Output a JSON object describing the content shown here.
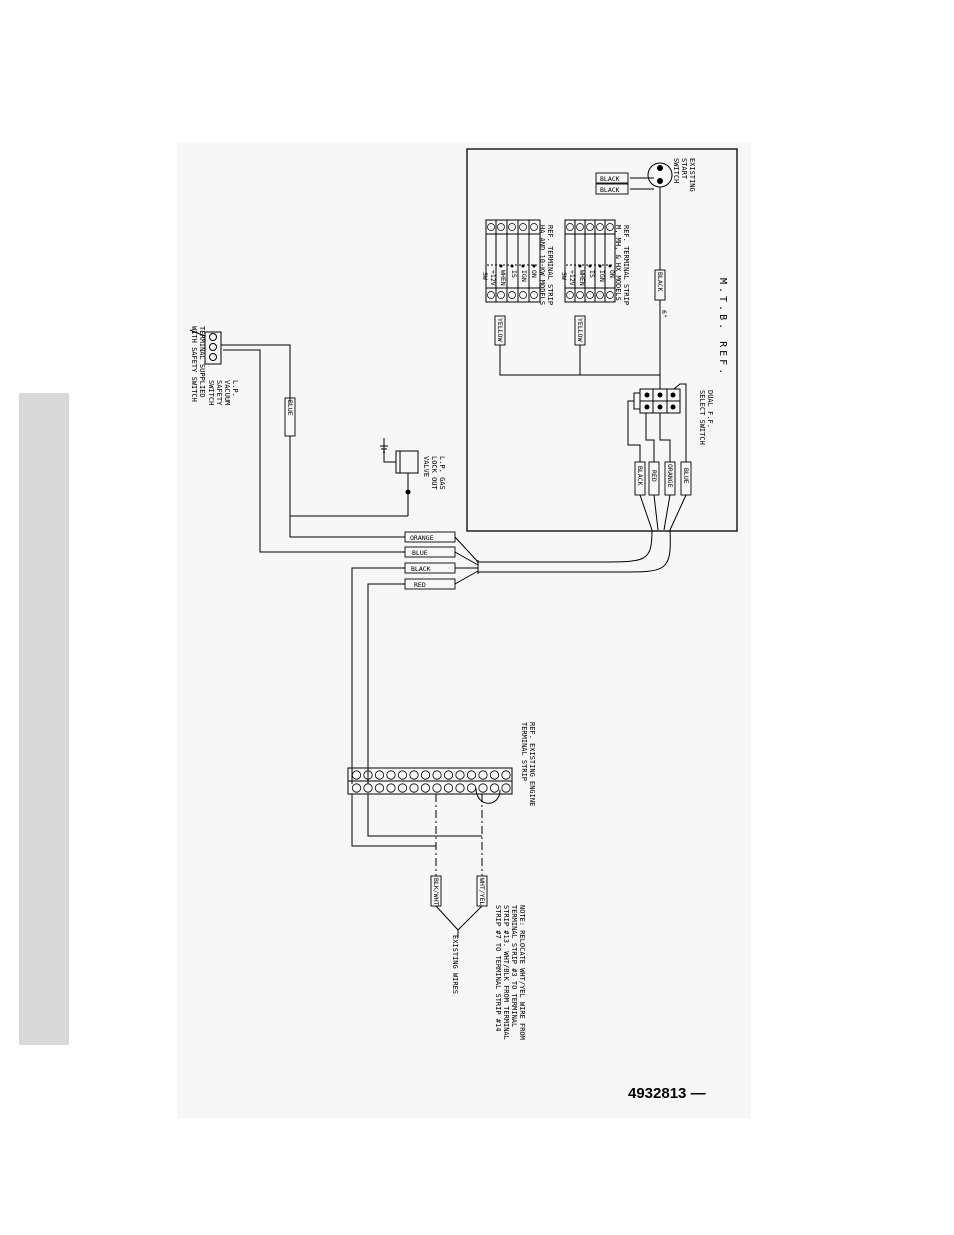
{
  "figure_number": "4932813 —",
  "mtb_ref": "M.T.B. REF.",
  "existing_start_switch": [
    "EXISTING",
    "START",
    "SWITCH"
  ],
  "ref_terminal_strip_1": [
    "REF. TERMINAL STRIP",
    "M, MH, & HX MODELS"
  ],
  "ref_terminal_strip_2": [
    "REF. TERMINAL STRIP",
    "HA AND 10-KW MODELS"
  ],
  "dual_fuel_switch": [
    "DUAL F.F.",
    "SELECT SWITCH"
  ],
  "lp_gas_valve": [
    "L.P. GAS",
    "LOCK OUT",
    "VALVE"
  ],
  "lp_vacuum_switch": [
    "L.P.",
    "VACUUM",
    "SAFETY",
    "SWITCH"
  ],
  "terminal_supplied": [
    "TERMINAL SUPPLIED",
    "WITH SAFETY SWITCH"
  ],
  "ref_engine_strip": [
    "REF. EXISTING ENGINE",
    "TERMINAL STRIP"
  ],
  "existing_wires": "EXISTING WIRES",
  "note": [
    "NOTE: RELOCATE WHT/YEL WIRE FROM",
    "TERMINAL STRIP #3 TO TERMINAL",
    "STRIP #13. WHT/BLK FROM TERMINAL",
    "STRIP #7 TO TERMINAL STRIP #14"
  ],
  "strip_text": [
    "+12V",
    "SW",
    "WHEN",
    "IS",
    "IGN",
    "ON"
  ],
  "six_inch": "6\"",
  "wire_tags": {
    "black_1": "BLACK",
    "black_2": "BLACK",
    "black_3": "BLACK",
    "yellow_1": "YELLOW",
    "yellow_2": "YELLOW",
    "sw_black": "BLACK",
    "sw_red": "RED",
    "sw_orange": "ORANGE",
    "sw_blue": "BLUE",
    "orange": "ORANGE",
    "blue": "BLUE",
    "black": "BLACK",
    "red": "RED",
    "blue_lp": "BLUE",
    "blk_wht": "BLK/WHT",
    "wht_yel": "WHT/YEL"
  }
}
